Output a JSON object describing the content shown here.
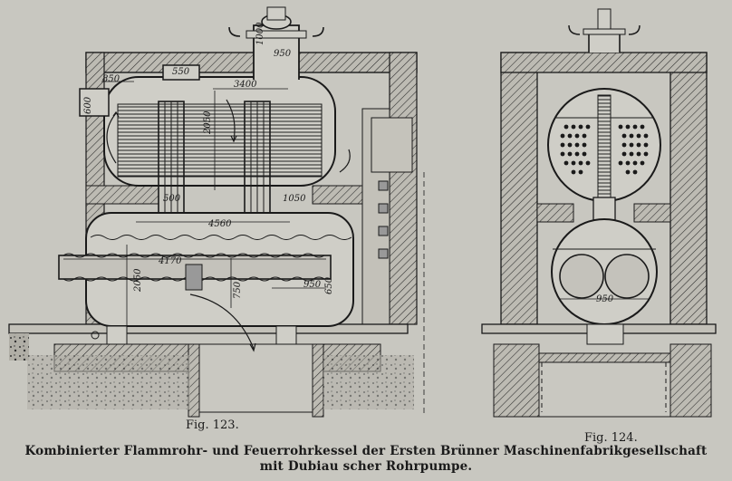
{
  "figures": {
    "fig123": {
      "label": "Fig. 123."
    },
    "fig124": {
      "label": "Fig. 124."
    }
  },
  "caption": {
    "line1": "Kombinierter Flammrohr- und Feuerrohrkessel der Ersten Brünner Maschinenfabrikgesellschaft",
    "line2": "mit Dubiau scher Rohrpumpe."
  },
  "dimensions": {
    "d1000": "1000",
    "d950_top": "950",
    "d550": "550",
    "d850": "850",
    "d600_left": "600",
    "d3400": "3400",
    "d2050_upper": "2050",
    "d500": "500",
    "d1050": "1050",
    "d4560": "4560",
    "d4170": "4170",
    "d2050_lower": "2050",
    "d750": "750",
    "d950_mid": "950",
    "d650": "650",
    "d950_fig124": "950"
  },
  "colors": {
    "paper": "#c8c7c0",
    "ink": "#1a1a1a",
    "masonry": "#b5b3ab"
  }
}
